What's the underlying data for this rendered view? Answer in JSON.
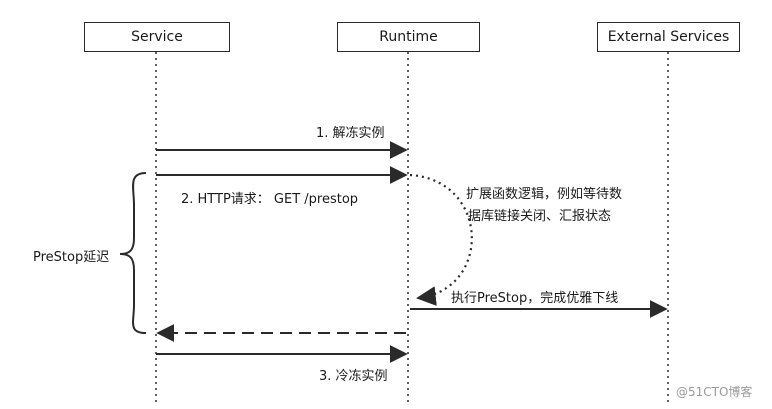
{
  "participants": {
    "service": "Service",
    "runtime": "Runtime",
    "external": "External Services"
  },
  "messages": {
    "m1": "1. 解冻实例",
    "m2": "2. HTTP请求：  GET /prestop",
    "m3": "执行PreStop，完成优雅下线",
    "m4": "3. 冷冻实例"
  },
  "notes": {
    "self_line1": "扩展函数逻辑，例如等待数",
    "self_line2": "据库链接关闭、汇报状态",
    "prestop_delay": "PreStop延迟"
  },
  "watermark": "@51CTO博客",
  "colors": {
    "line": "#2a2a2a",
    "text": "#1a1a1a",
    "watermark": "#9a9a9a"
  }
}
